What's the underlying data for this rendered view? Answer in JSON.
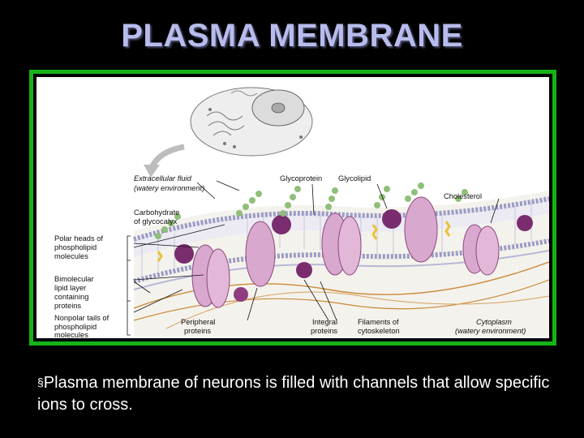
{
  "slide": {
    "title": "PLASMA MEMBRANE",
    "caption_bullet": "§",
    "caption": "Plasma membrane of neurons is filled with channels that allow specific ions to cross."
  },
  "figure": {
    "labels": {
      "extracellular_1": "Extracellular fluid",
      "extracellular_2": "(watery environment)",
      "glycoprotein": "Glycoprotein",
      "glycolipid": "Glycolipid",
      "cholesterol": "Cholesterol",
      "carbohydrate_1": "Carbohydrate",
      "carbohydrate_2": "of glycocalyx",
      "polar_1": "Polar heads of",
      "polar_2": "phospholipid",
      "polar_3": "molecules",
      "bimolecular_1": "Bimolecular",
      "bimolecular_2": "lipid layer",
      "bimolecular_3": "containing",
      "bimolecular_4": "proteins",
      "nonpolar_1": "Nonpolar tails of",
      "nonpolar_2": "phospholipid",
      "nonpolar_3": "molecules",
      "peripheral_1": "Peripheral",
      "peripheral_2": "proteins",
      "integral_1": "Integral",
      "integral_2": "proteins",
      "filaments_1": "Filaments of",
      "filaments_2": "cytoskeleton",
      "cytoplasm_1": "Cytoplasm",
      "cytoplasm_2": "(watery environment)"
    },
    "colors": {
      "frame": "#16b416",
      "title": "#b7bcec",
      "protein": "#d9a8cf",
      "peripheral": "#7a2d6e",
      "glycocalyx": "#8fbf78",
      "cholesterol": "#e8c23a",
      "filaments": "#c98a3a",
      "lipid_heads": "#d4d6ea"
    }
  }
}
